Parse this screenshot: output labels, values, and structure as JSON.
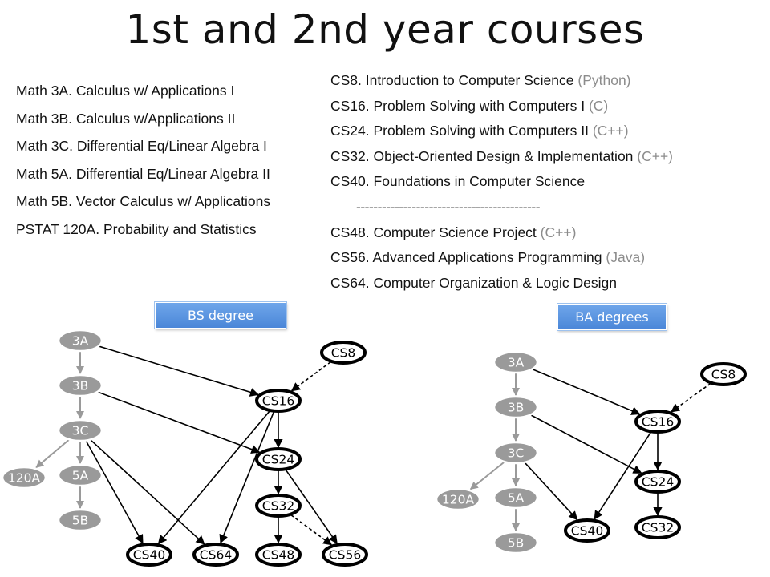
{
  "title": "1st and 2nd year courses",
  "math_courses": [
    "Math 3A. Calculus w/ Applications I",
    "Math 3B. Calculus w/Applications II",
    "Math 3C. Differential Eq/Linear Algebra I",
    "Math 5A. Differential Eq/Linear Algebra II",
    "Math 5B. Vector Calculus w/ Applications",
    "PSTAT 120A. Probability and Statistics"
  ],
  "cs_courses": [
    {
      "name": "CS8. Introduction to Computer Science",
      "lang": "(Python)"
    },
    {
      "name": "CS16. Problem Solving with Computers I",
      "lang": "(C)"
    },
    {
      "name": "CS24. Problem Solving with Computers II",
      "lang": "(C++)"
    },
    {
      "name": "CS32. Object-Oriented Design & Implementation",
      "lang": "(C++)"
    },
    {
      "name": "CS40. Foundations in Computer Science",
      "lang": ""
    },
    {
      "name": "CS48. Computer Science Project",
      "lang": "(C++)"
    },
    {
      "name": "CS56. Advanced Applications Programming",
      "lang": "(Java)"
    },
    {
      "name": "CS64. Computer Organization & Logic Design",
      "lang": ""
    }
  ],
  "divider": "-------------------------------------------",
  "bs": {
    "label": "BS degree",
    "nodes": {
      "3A": "3A",
      "3B": "3B",
      "3C": "3C",
      "5A": "5A",
      "5B": "5B",
      "120A": "120A",
      "CS8": "CS8",
      "CS16": "CS16",
      "CS24": "CS24",
      "CS32": "CS32",
      "CS40": "CS40",
      "CS64": "CS64",
      "CS48": "CS48",
      "CS56": "CS56"
    }
  },
  "ba": {
    "label": "BA degrees",
    "nodes": {
      "3A": "3A",
      "3B": "3B",
      "3C": "3C",
      "5A": "5A",
      "5B": "5B",
      "120A": "120A",
      "CS8": "CS8",
      "CS16": "CS16",
      "CS24": "CS24",
      "CS32": "CS32",
      "CS40": "CS40"
    }
  }
}
